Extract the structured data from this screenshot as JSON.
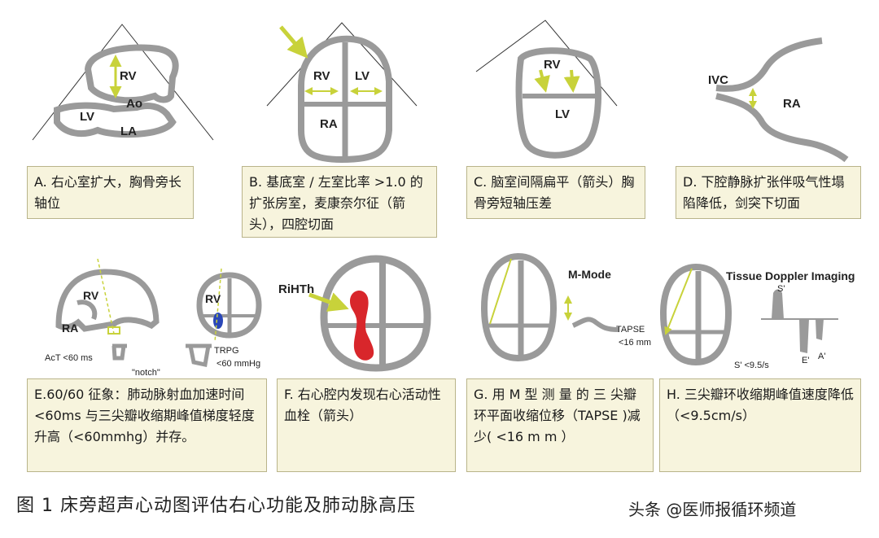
{
  "panels": {
    "a": {
      "labels": [
        "RV",
        "Ao",
        "LV",
        "LA"
      ],
      "caption": "A. 右心室扩大，胸骨旁长轴位"
    },
    "b": {
      "labels": [
        "RV",
        "LV",
        "RA"
      ],
      "caption": "B. 基底室 / 左室比率 >1.0 的扩张房室，麦康奈尔征（箭头），四腔切面"
    },
    "c": {
      "labels": [
        "RV",
        "LV"
      ],
      "caption": "C. 脑室间隔扁平（箭头）胸骨旁短轴压差"
    },
    "d": {
      "labels": [
        "IVC",
        "RA"
      ],
      "caption": "D. 下腔静脉扩张伴吸气性塌陷降低，剑突下切面"
    },
    "e": {
      "labels": [
        "RV",
        "RA",
        "AcT <60 ms",
        "\"notch\"",
        "RV",
        "TRPG",
        "<60 mmHg"
      ],
      "caption": "E.60/60 征象：肺动脉射血加速时间 <60ms 与三尖瓣收缩期峰值梯度轻度升高（<60mmhg）并存。"
    },
    "f": {
      "labels": [
        "RiHTh"
      ],
      "caption": "F. 右心腔内发现右心活动性血栓（箭头）"
    },
    "g": {
      "labels": [
        "M-Mode",
        "TAPSE",
        "<16 mm"
      ],
      "caption": "G. 用 M 型 测 量 的 三 尖瓣环平面收缩位移（TAPSE )减少( <16 m m ）"
    },
    "h": {
      "labels": [
        "Tissue Doppler Imaging",
        "S'",
        "E'",
        "A'",
        "S' <9.5/s"
      ],
      "caption": "H. 三尖瓣环收缩期峰值速度降低（<9.5cm/s）"
    }
  },
  "figure_title": "图 1  床旁超声心动图评估右心功能及肺动脉高压",
  "watermark": "头条 @医师报循环频道",
  "colors": {
    "wall": "#9a9a9a",
    "arrow": "#c8d23a",
    "thrombus": "#d8262b",
    "jet": "#2a47b8",
    "caption_bg": "#f7f4dd"
  }
}
